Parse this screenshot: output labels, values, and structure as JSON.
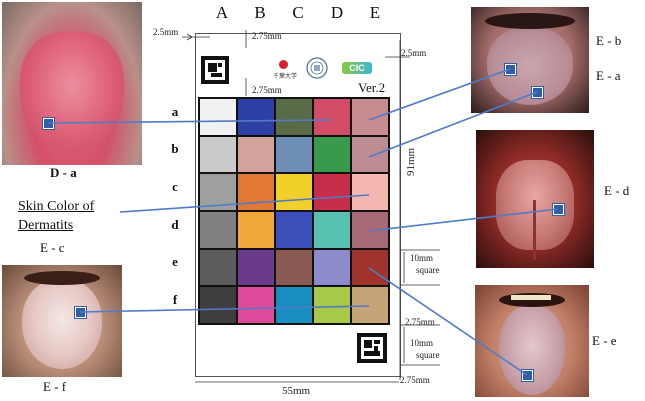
{
  "columns": [
    "A",
    "B",
    "C",
    "D",
    "E"
  ],
  "rows": [
    "a",
    "b",
    "c",
    "d",
    "e",
    "f"
  ],
  "version": "Ver.2",
  "dimensions": {
    "left_margin": "2.5mm",
    "top_margin_1": "2.75mm",
    "top_margin_2": "2.75mm",
    "right_margin": "2.5mm",
    "height": "91mm",
    "square_size": "10mm",
    "square_word": "square",
    "bottom_gap": "2.75mm",
    "bottom_square": "10mm",
    "bottom_square_word": "square",
    "bottom_margin": "2.75mm",
    "width": "55mm"
  },
  "photos": {
    "da": "D - a",
    "eb": "E - b",
    "ea": "E - a",
    "ed": "E - d",
    "ec": "E - c",
    "ef": "E - f",
    "ee": "E - e"
  },
  "skin_label": [
    "Skin Color of",
    "Dermatits"
  ],
  "logo_text": "千葉大学",
  "brand_text": "CIC",
  "colors": [
    [
      "#f1f1f1",
      "#2d3fa5",
      "#5a6b47",
      "#d24c68",
      "#c88c90"
    ],
    [
      "#cacaca",
      "#d2a39b",
      "#6d8fb5",
      "#3a9a4c",
      "#be8d94"
    ],
    [
      "#9f9f9f",
      "#e27834",
      "#f2d02a",
      "#c82e4a",
      "#f5b7b2"
    ],
    [
      "#808080",
      "#f1a63a",
      "#3c4fb8",
      "#58c1b2",
      "#a76a76"
    ],
    [
      "#5c5c5c",
      "#6c3a8a",
      "#8a5a52",
      "#8c8ccc",
      "#a0342c"
    ],
    [
      "#3e3e3e",
      "#e04a9a",
      "#1a8ec0",
      "#a8c84a",
      "#c6a47a"
    ]
  ]
}
